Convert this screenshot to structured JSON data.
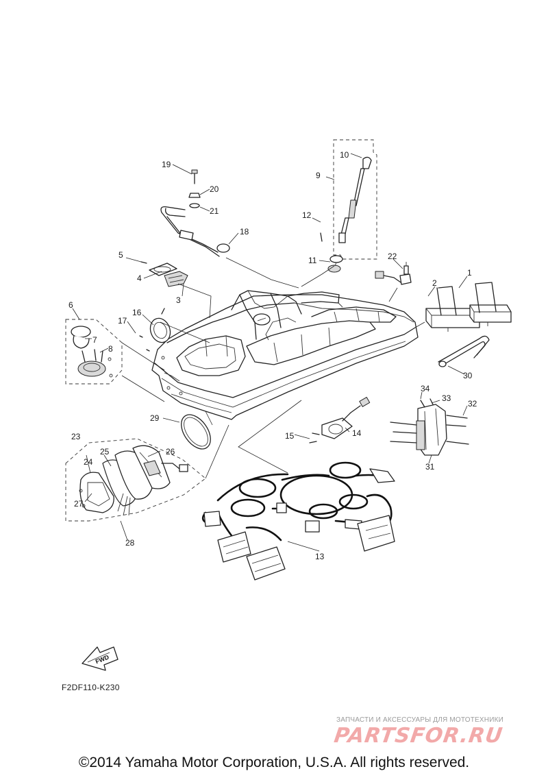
{
  "callouts": {
    "c1": "1",
    "c2": "2",
    "c3": "3",
    "c4": "4",
    "c5": "5",
    "c6": "6",
    "c7": "7",
    "c8": "8",
    "c9": "9",
    "c10": "10",
    "c11": "11",
    "c12": "12",
    "c13": "13",
    "c14": "14",
    "c15": "15",
    "c16": "16",
    "c17": "17",
    "c18": "18",
    "c19": "19",
    "c20": "20",
    "c21": "21",
    "c22": "22",
    "c23": "23",
    "c24": "24",
    "c25": "25",
    "c26": "26",
    "c27": "27",
    "c28": "28",
    "c29": "29",
    "c30": "30",
    "c31": "31",
    "c32": "32",
    "c33": "33",
    "c34": "34"
  },
  "fwd_label": "FWD",
  "figure_code": "F2DF110-K230",
  "watermark": {
    "tagline": "ЗАПЧАСТИ И АКСЕССУАРЫ ДЛЯ МОТОТЕХНИКИ",
    "logo": "PARTSFOR.RU",
    "color": "#f2a9a9"
  },
  "copyright": "©2014 Yamaha Motor Corporation, U.S.A. All rights reserved."
}
